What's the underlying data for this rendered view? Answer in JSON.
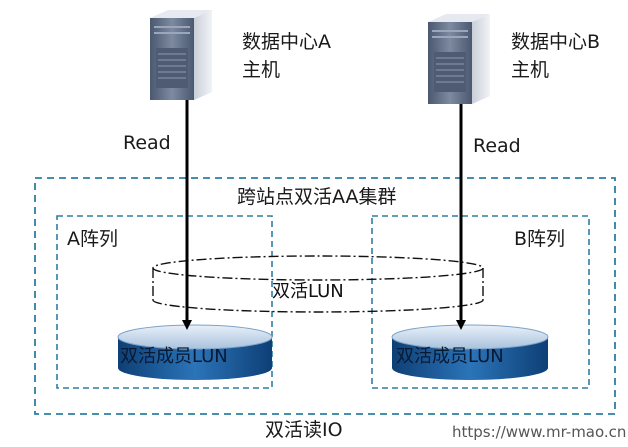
{
  "hosts": [
    {
      "line1": "数据中心A",
      "line2": "主机",
      "read": "Read"
    },
    {
      "line1": "数据中心B",
      "line2": "主机",
      "read": "Read"
    }
  ],
  "cluster": {
    "title": "跨站点双活AA集群"
  },
  "arrays": [
    {
      "label": "A阵列",
      "member_lun": "双活成员LUN"
    },
    {
      "label": "B阵列",
      "member_lun": "双活成员LUN"
    }
  ],
  "virtual_lun": "双活LUN",
  "footer": {
    "caption": "双活读IO",
    "watermark": "https://www.mr-mao.cn"
  },
  "colors": {
    "dash_blue": "#2e7ea3",
    "disk_top": "#c9d8ea",
    "disk_body": "#1d5a98",
    "server_front": "#5b6a82",
    "arrow": "#000000"
  }
}
